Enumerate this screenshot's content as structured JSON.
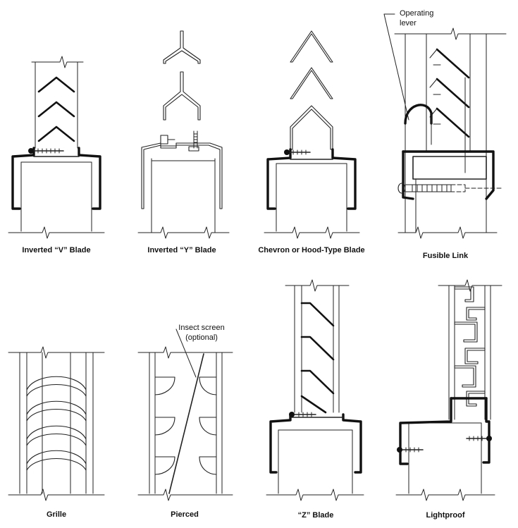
{
  "figure": {
    "panels": [
      {
        "id": "inverted-v",
        "caption": "Inverted “V” Blade"
      },
      {
        "id": "inverted-y",
        "caption": "Inverted “Y” Blade"
      },
      {
        "id": "chevron",
        "caption": "Chevron or Hood-Type Blade"
      },
      {
        "id": "fusible",
        "caption": "Fusible Link"
      },
      {
        "id": "grille",
        "caption": "Grille"
      },
      {
        "id": "pierced",
        "caption": "Pierced"
      },
      {
        "id": "z-blade",
        "caption": "“Z” Blade"
      },
      {
        "id": "lightproof",
        "caption": "Lightproof"
      }
    ],
    "annotations": {
      "operating_lever": [
        "Operating",
        "lever"
      ],
      "insect_screen": [
        "Insect screen",
        "(optional)"
      ]
    }
  }
}
